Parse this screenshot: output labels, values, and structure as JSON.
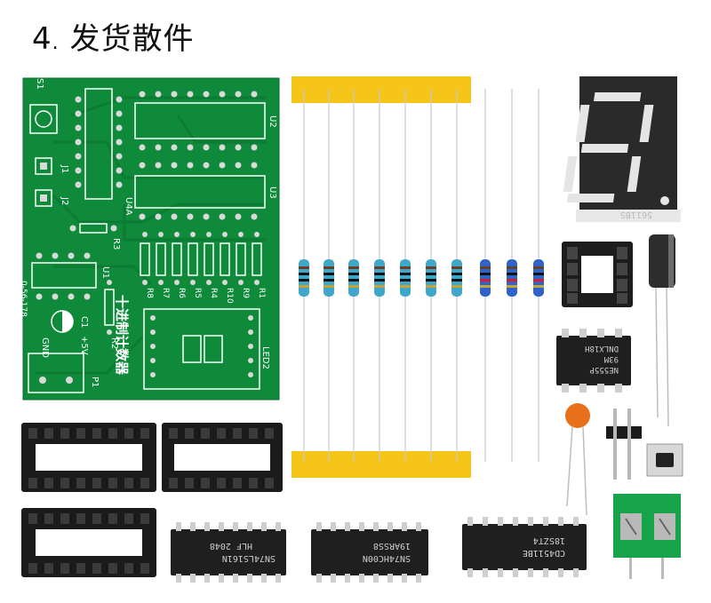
{
  "title": {
    "number": "4",
    "text": "发货散件"
  },
  "pcb": {
    "labels": {
      "s1": "S1",
      "j1": "J1",
      "j2": "J2",
      "u2": "U2",
      "u3": "U3",
      "u4a": "U4A",
      "r3": "R3",
      "u1": "U1",
      "version": "0-56-178",
      "c1": "C1",
      "gnd": "GND",
      "plus5v": "+5V",
      "r2": "R2",
      "p1": "P1",
      "led2": "LED2",
      "resistors": [
        "R8",
        "R7",
        "R6",
        "R5",
        "R4",
        "R10",
        "R9",
        "R1"
      ],
      "name": "十进制计数器"
    }
  },
  "components": {
    "ic_555": {
      "line1": "NE555P",
      "line2": "93M",
      "line3": "DNLX18H"
    },
    "ic_74ls161": {
      "line1": "SN74LS161N",
      "line2": "HLF 2048"
    },
    "ic_74hc00": {
      "line1": "SN74HC00N",
      "line2": "19ARSS8"
    },
    "ic_cd4511": {
      "line1": "CD4511BE",
      "line2": "18SZT4"
    },
    "seven_segment": {
      "side_text": "5611BS"
    }
  }
}
